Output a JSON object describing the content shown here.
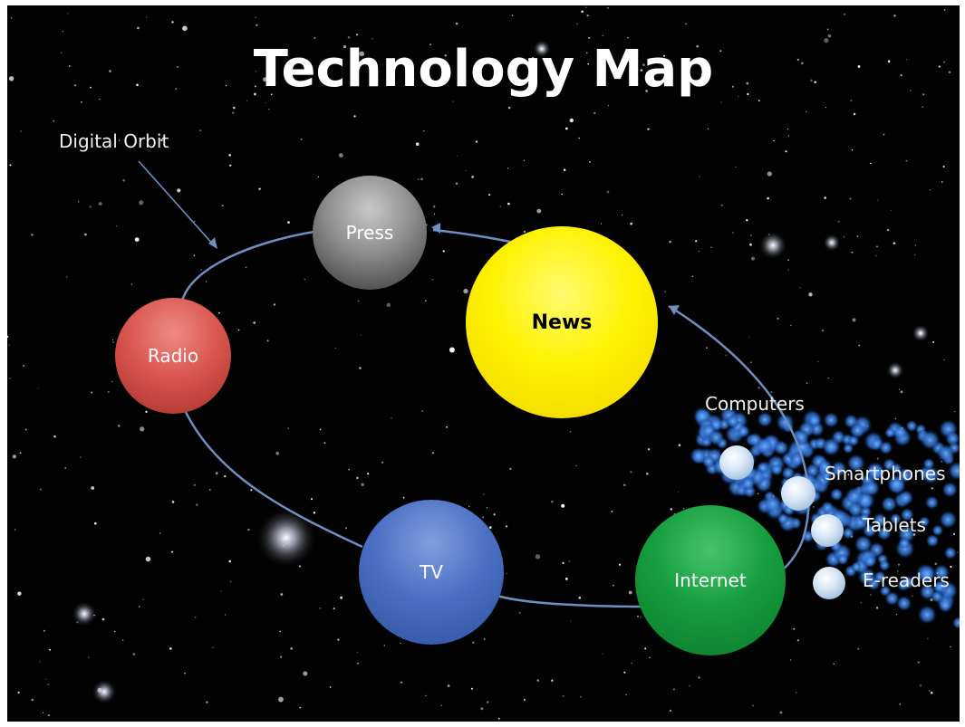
{
  "title": "Technology Map",
  "orbit_label": "Digital Orbit",
  "planets": {
    "press": "Press",
    "radio": "Radio",
    "news": "News",
    "tv": "TV",
    "internet": "Internet"
  },
  "devices": {
    "computers": "Computers",
    "smartphones": "Smartphones",
    "tablets": "Tablets",
    "ereaders": "E-readers"
  },
  "colors": {
    "background": "#020203",
    "press": "#8c8c8c",
    "radio": "#d9574f",
    "news": "#fff200",
    "tv": "#4b70c4",
    "internet": "#169d3d",
    "orbit": "#6f8fc0",
    "device_cluster": "#3f86d8"
  }
}
